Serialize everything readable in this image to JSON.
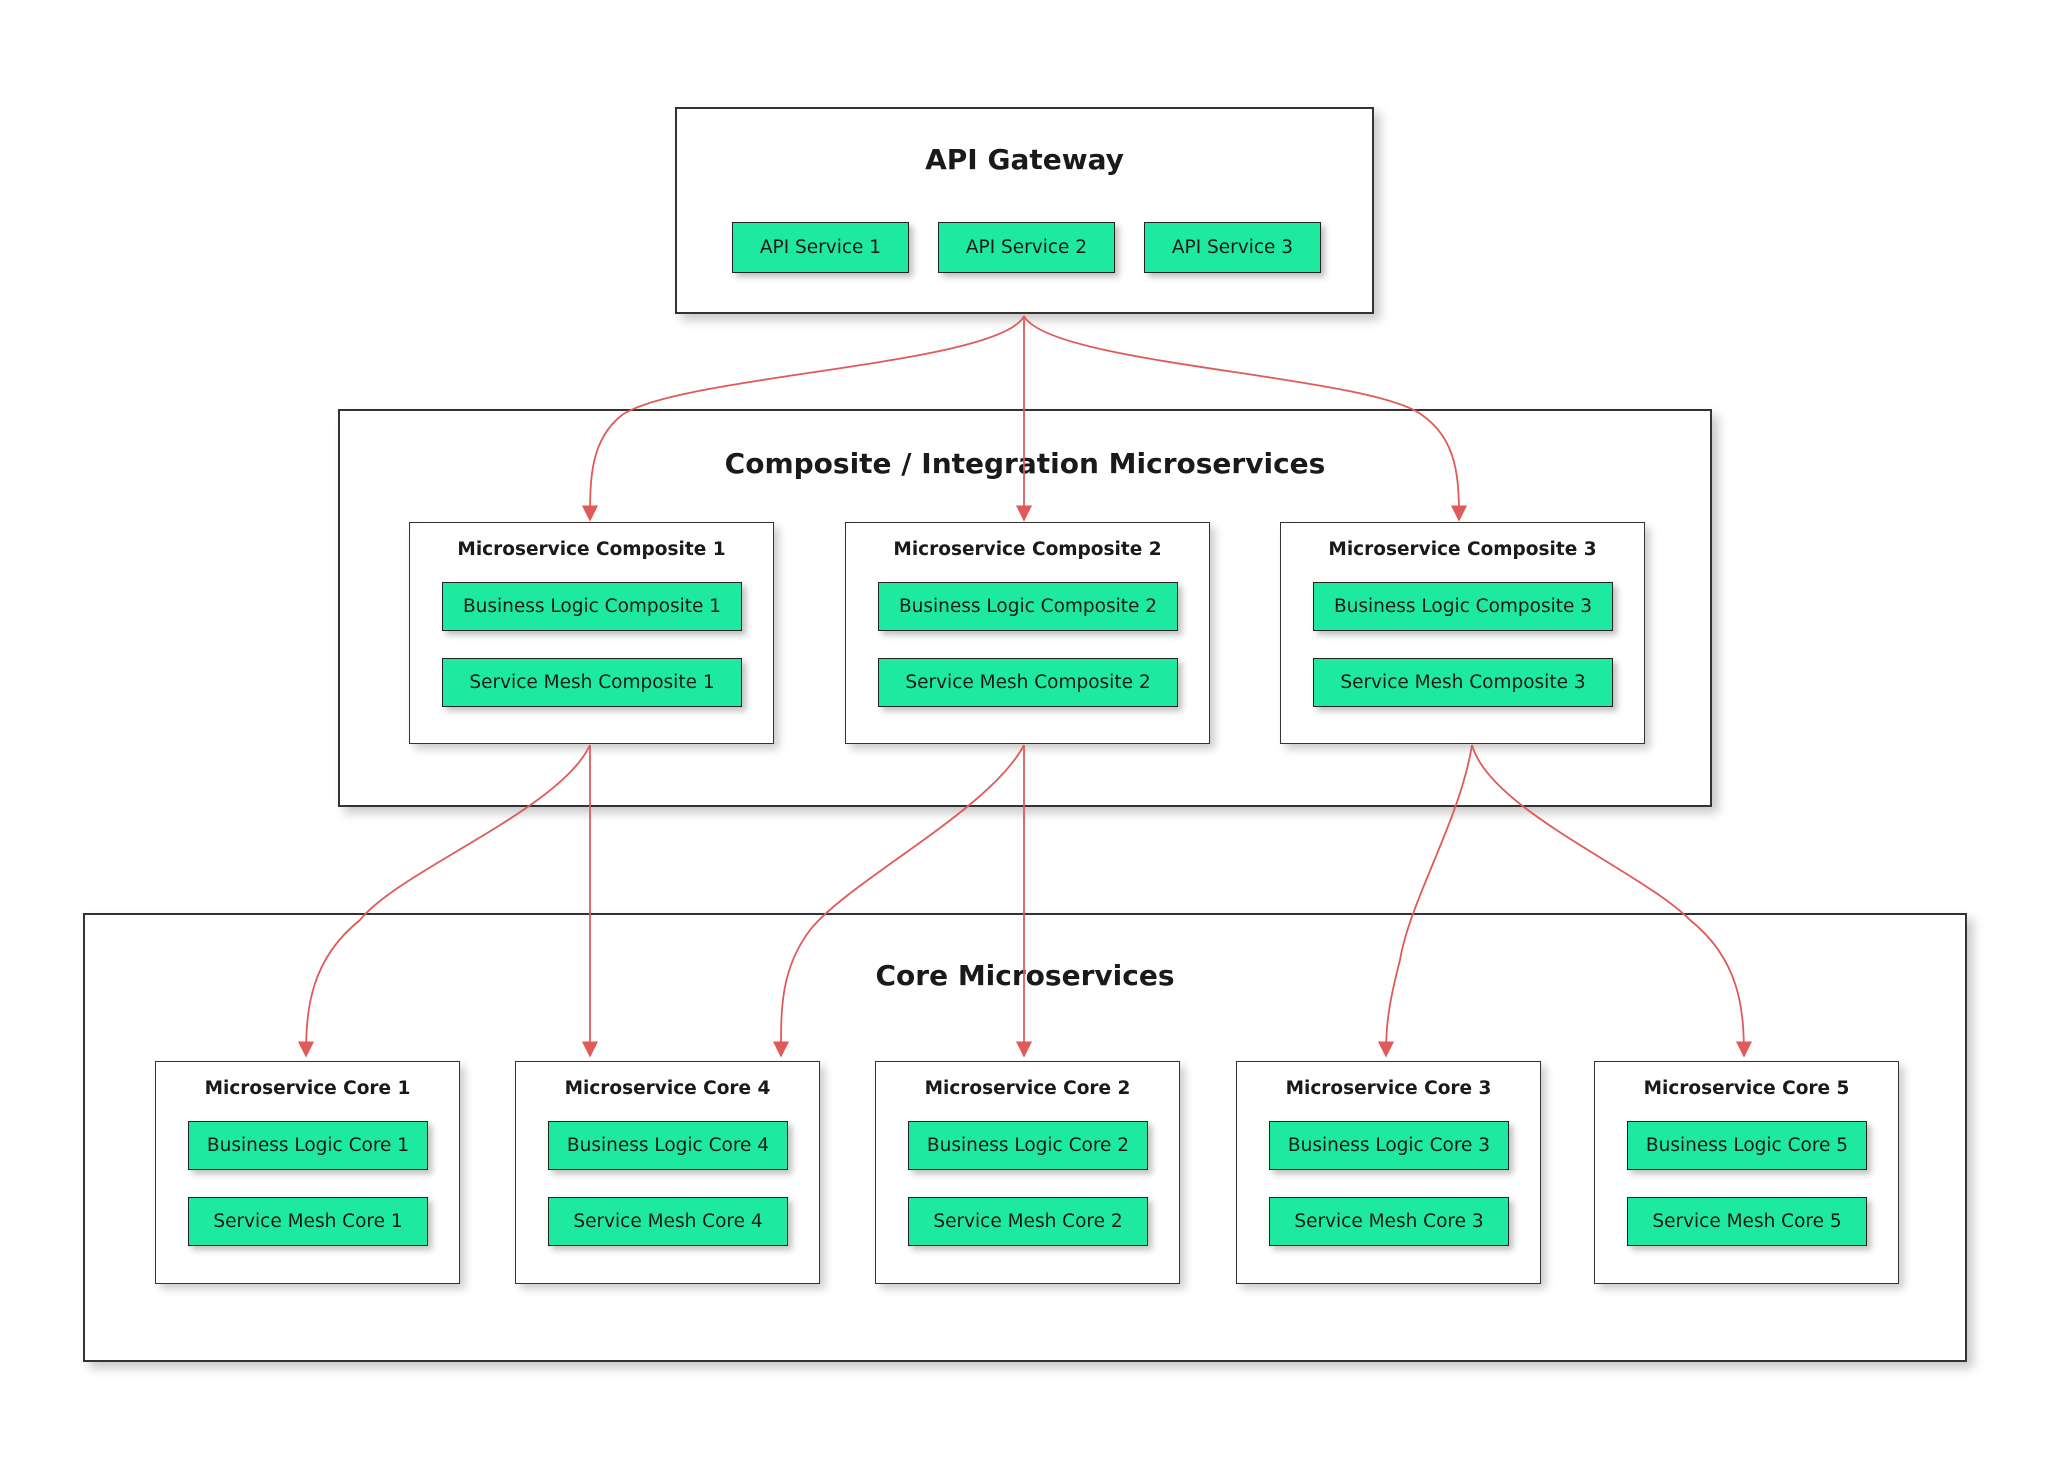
{
  "colors": {
    "node_fill": "#1de9a1",
    "edge": "#e05a5a",
    "border": "#333333"
  },
  "gateway": {
    "title": "API Gateway",
    "services": [
      "API Service 1",
      "API Service 2",
      "API Service 3"
    ]
  },
  "composite": {
    "title": "Composite / Integration Microservices",
    "groups": [
      {
        "title": "Microservice Composite 1",
        "logic": "Business Logic Composite 1",
        "mesh": "Service Mesh Composite 1"
      },
      {
        "title": "Microservice Composite 2",
        "logic": "Business Logic Composite 2",
        "mesh": "Service Mesh Composite 2"
      },
      {
        "title": "Microservice Composite 3",
        "logic": "Business Logic Composite 3",
        "mesh": "Service Mesh Composite 3"
      }
    ]
  },
  "core": {
    "title": "Core Microservices",
    "groups": [
      {
        "title": "Microservice Core 1",
        "logic": "Business Logic Core 1",
        "mesh": "Service Mesh Core 1"
      },
      {
        "title": "Microservice Core 4",
        "logic": "Business Logic Core 4",
        "mesh": "Service Mesh Core 4"
      },
      {
        "title": "Microservice Core 2",
        "logic": "Business Logic Core 2",
        "mesh": "Service Mesh Core 2"
      },
      {
        "title": "Microservice Core 3",
        "logic": "Business Logic Core 3",
        "mesh": "Service Mesh Core 3"
      },
      {
        "title": "Microservice Core 5",
        "logic": "Business Logic Core 5",
        "mesh": "Service Mesh Core 5"
      }
    ]
  }
}
